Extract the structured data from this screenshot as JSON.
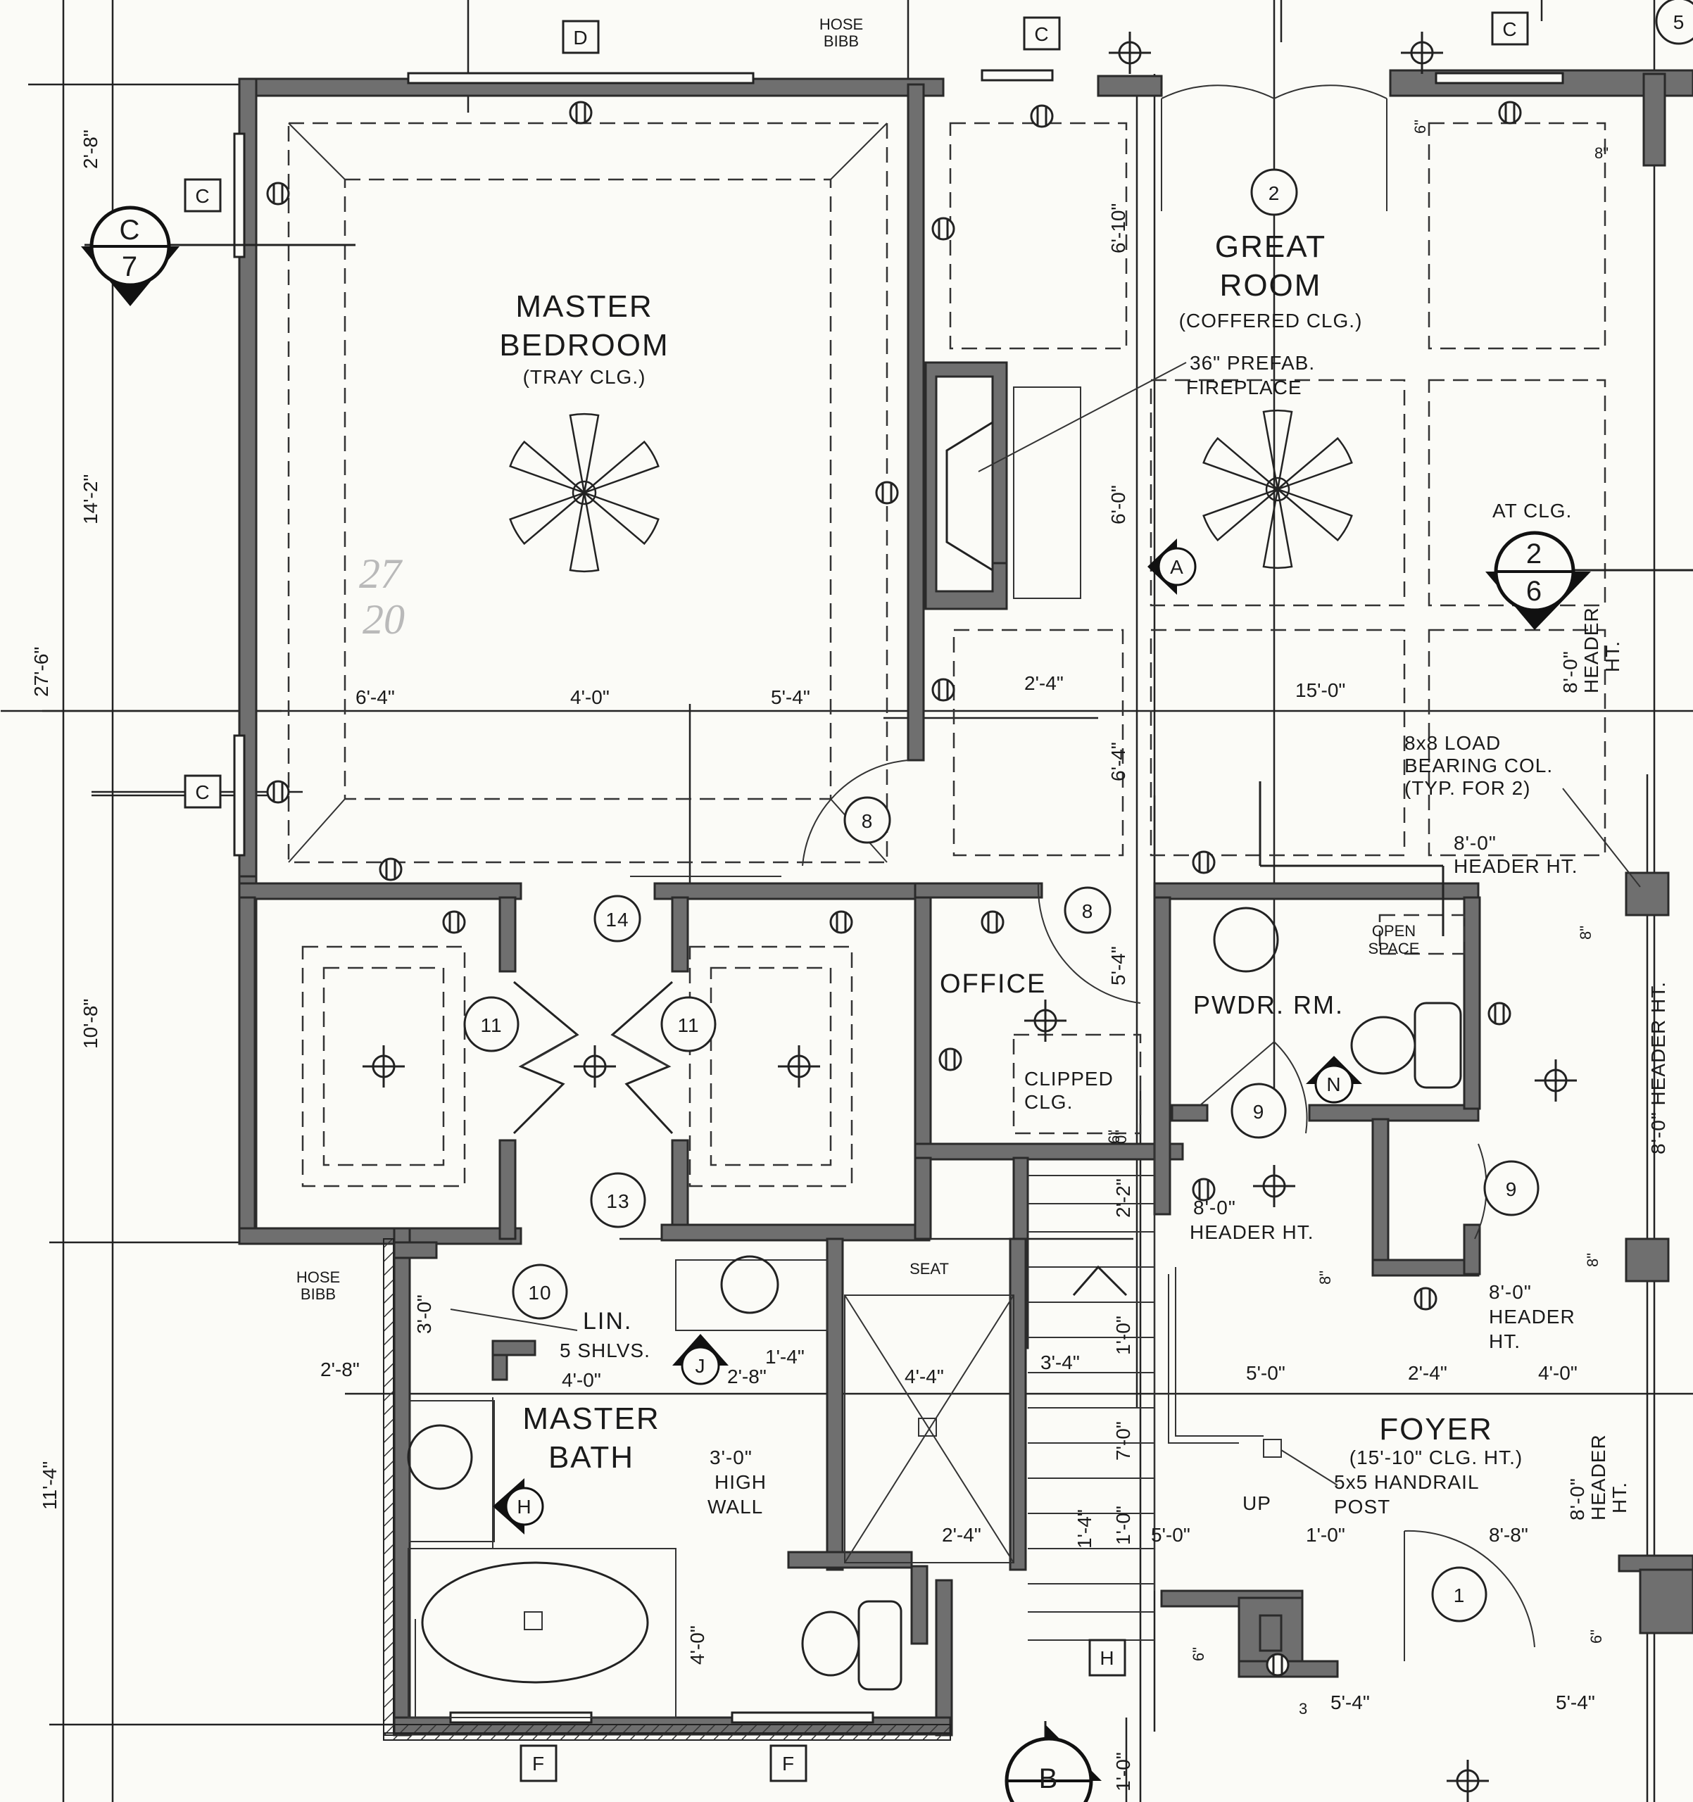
{
  "rooms": {
    "master_bedroom": {
      "name_line1": "MASTER",
      "name_line2": "BEDROOM",
      "note": "(TRAY CLG.)"
    },
    "great_room": {
      "name_line1": "GREAT",
      "name_line2": "ROOM",
      "note": "(COFFERED CLG.)"
    },
    "office": {
      "name": "OFFICE",
      "note_line1": "CLIPPED",
      "note_line2": "CLG."
    },
    "powder_room": {
      "name": "PWDR. RM."
    },
    "open_space": {
      "line1": "OPEN",
      "line2": "SPACE"
    },
    "master_bath": {
      "name_line1": "MASTER",
      "name_line2": "BATH"
    },
    "foyer": {
      "name": "FOYER",
      "note": "(15'-10\" CLG. HT.)"
    }
  },
  "notes": {
    "hose_bibb_top": [
      "HOSE",
      "BIBB"
    ],
    "hose_bibb_bottom": [
      "HOSE",
      "BIBB"
    ],
    "fireplace": [
      "36\" PREFAB.",
      "FIREPLACE"
    ],
    "at_clg": "AT CLG.",
    "load_col": [
      "8x8 LOAD",
      "BEARING COL.",
      "(TYP. FOR 2)"
    ],
    "header_ht_1": "8'-0\"",
    "header_ht_1b": "HEADER HT.",
    "header_vert_right": "8'-0\" HEADER HT.",
    "header_vert_top": [
      "8'-0\"",
      "HEADER",
      "HT."
    ],
    "header_vert_bottom": [
      "8'-0\"",
      "HEADER",
      "HT."
    ],
    "header_ht_pwdr": [
      "8'-0\"",
      "HEADER HT."
    ],
    "header_ht_right": [
      "8'-0\"",
      "HEADER",
      "HT."
    ],
    "linen": [
      "LIN.",
      "5 SHLVS."
    ],
    "high_wall": [
      "3'-0\"",
      "HIGH",
      "WALL"
    ],
    "seat": "SEAT",
    "handrail": [
      "5x5 HANDRAIL",
      "POST"
    ],
    "up": "UP",
    "pencil": [
      "27",
      "20"
    ]
  },
  "tags": {
    "door_numbers": [
      "2",
      "8",
      "8",
      "14",
      "11",
      "11",
      "13",
      "10",
      "9",
      "9",
      "1"
    ],
    "window_tags": [
      "D",
      "C",
      "C",
      "C",
      "C",
      "F",
      "F",
      "H"
    ],
    "elevation_tags": [
      "A",
      "N",
      "J",
      "H"
    ],
    "section_c": [
      "C",
      "7"
    ],
    "section_2": [
      "2",
      "6"
    ],
    "section_b": "B",
    "edge_5": "5"
  },
  "dimensions": {
    "left_vertical": [
      "2'-8\"",
      "14'-2\"",
      "27'-6\"",
      "10'-8\"",
      "11'-4\""
    ],
    "bedroom_row": [
      "6'-4\"",
      "4'-0\"",
      "5'-4\""
    ],
    "great_room_row": [
      "2'-4\"",
      "15'-0\""
    ],
    "great_room_vert": [
      "6'-10\"",
      "6'-0\"",
      "6'-4\"",
      "5'-4\""
    ],
    "misc": [
      "6\"",
      "8\"",
      "8\"",
      "6\"",
      "8\"",
      "8\"",
      "0\"",
      "2'-2\"",
      "3'-0\"",
      "2'-8\"",
      "4'-0\"",
      "2'-8\"",
      "1'-4\"",
      "4'-4\"",
      "3'-4\"",
      "1'-0\"",
      "7'-0\"",
      "1'-0\"",
      "5'-0\"",
      "2'-4\"",
      "1'-4\"",
      "4'-0\"",
      "5'-0\"",
      "2'-4\"",
      "4'-0\"",
      "1'-0\"",
      "8'-8\"",
      "5'-4\"",
      "5'-4\"",
      "1'-0\"",
      "6\"",
      "6\"",
      "3"
    ]
  }
}
